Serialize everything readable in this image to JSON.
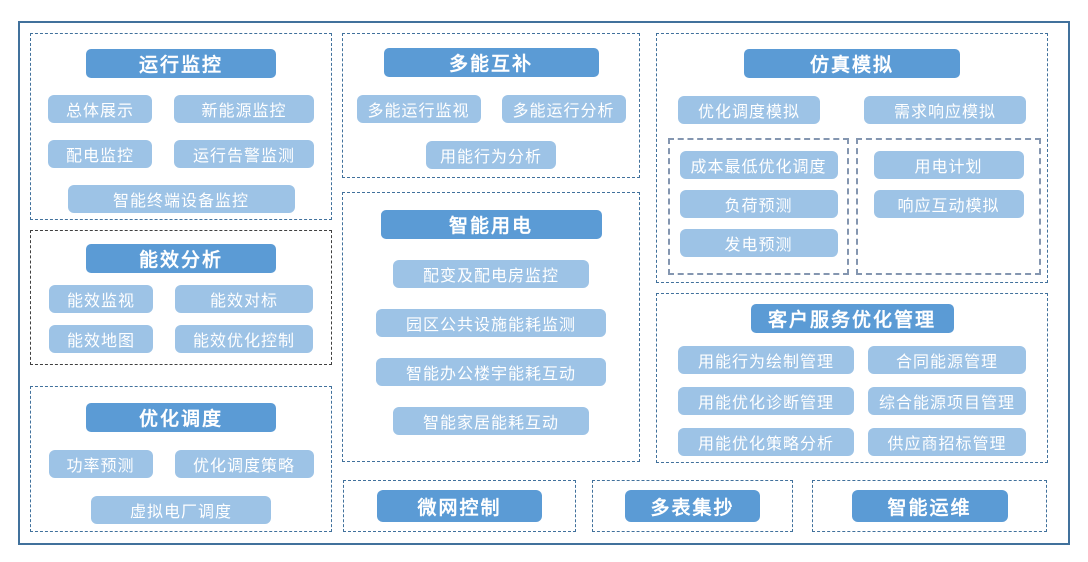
{
  "colors": {
    "header_blue": "#5B9BD5",
    "item_blue": "#9DC3E6",
    "frame_border": "#41719C",
    "dashed_blue": "#41719C",
    "dashed_dark": "#404040",
    "dashed_gray": "#8496B0"
  },
  "groups": {
    "operation_monitoring": {
      "title": "运行监控",
      "items": [
        "总体展示",
        "新能源监控",
        "配电监控",
        "运行告警监测",
        "智能终端设备监控"
      ]
    },
    "energy_efficiency": {
      "title": "能效分析",
      "items": [
        "能效监视",
        "能效对标",
        "能效地图",
        "能效优化控制"
      ]
    },
    "optimal_dispatch": {
      "title": "优化调度",
      "items": [
        "功率预测",
        "优化调度策略",
        "虚拟电厂调度"
      ]
    },
    "multi_energy": {
      "title": "多能互补",
      "items": [
        "多能运行监视",
        "多能运行分析",
        "用能行为分析"
      ]
    },
    "smart_power": {
      "title": "智能用电",
      "items": [
        "配变及配电房监控",
        "园区公共设施能耗监测",
        "智能办公楼宇能耗互动",
        "智能家居能耗互动"
      ]
    },
    "simulation": {
      "title": "仿真模拟",
      "items": [
        "优化调度模拟",
        "需求响应模拟"
      ],
      "sub_left": [
        "成本最低优化调度",
        "负荷预测",
        "发电预测"
      ],
      "sub_right": [
        "用电计划",
        "响应互动模拟"
      ]
    },
    "customer_service": {
      "title": "客户服务优化管理",
      "items": [
        "用能行为绘制管理",
        "合同能源管理",
        "用能优化诊断管理",
        "综合能源项目管理",
        "用能优化策略分析",
        "供应商招标管理"
      ]
    },
    "microgrid": {
      "title": "微网控制"
    },
    "multi_meter": {
      "title": "多表集抄"
    },
    "smart_om": {
      "title": "智能运维"
    }
  }
}
